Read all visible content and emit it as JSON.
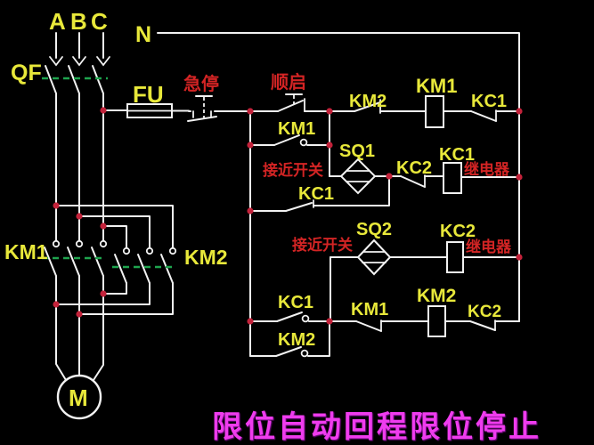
{
  "diagram": {
    "type": "motor-control-ladder-circuit",
    "caption": "限位自动回程限位停止",
    "labels": {
      "phase_a": "A",
      "phase_b": "B",
      "phase_c": "C",
      "neutral": "N",
      "breaker": "QF",
      "fuse": "FU",
      "emergency_stop": "急停",
      "sequence_start": "顺启",
      "contactor_km1": "KM1",
      "contactor_km2": "KM2",
      "relay_kc1": "KC1",
      "relay_kc2": "KC2",
      "prox_sq1": "SQ1",
      "prox_sq2": "SQ2",
      "proximity_switch": "接近开关",
      "relay": "继电器",
      "motor": "M"
    },
    "colors": {
      "background": "#000000",
      "wire": "#f2f2f2",
      "label_yellow": "#e8e83a",
      "label_red": "#d32424",
      "caption_magenta": "#ef3cee",
      "junction_dot": "#c3223a",
      "linkage_green": "#1fa44e"
    }
  }
}
